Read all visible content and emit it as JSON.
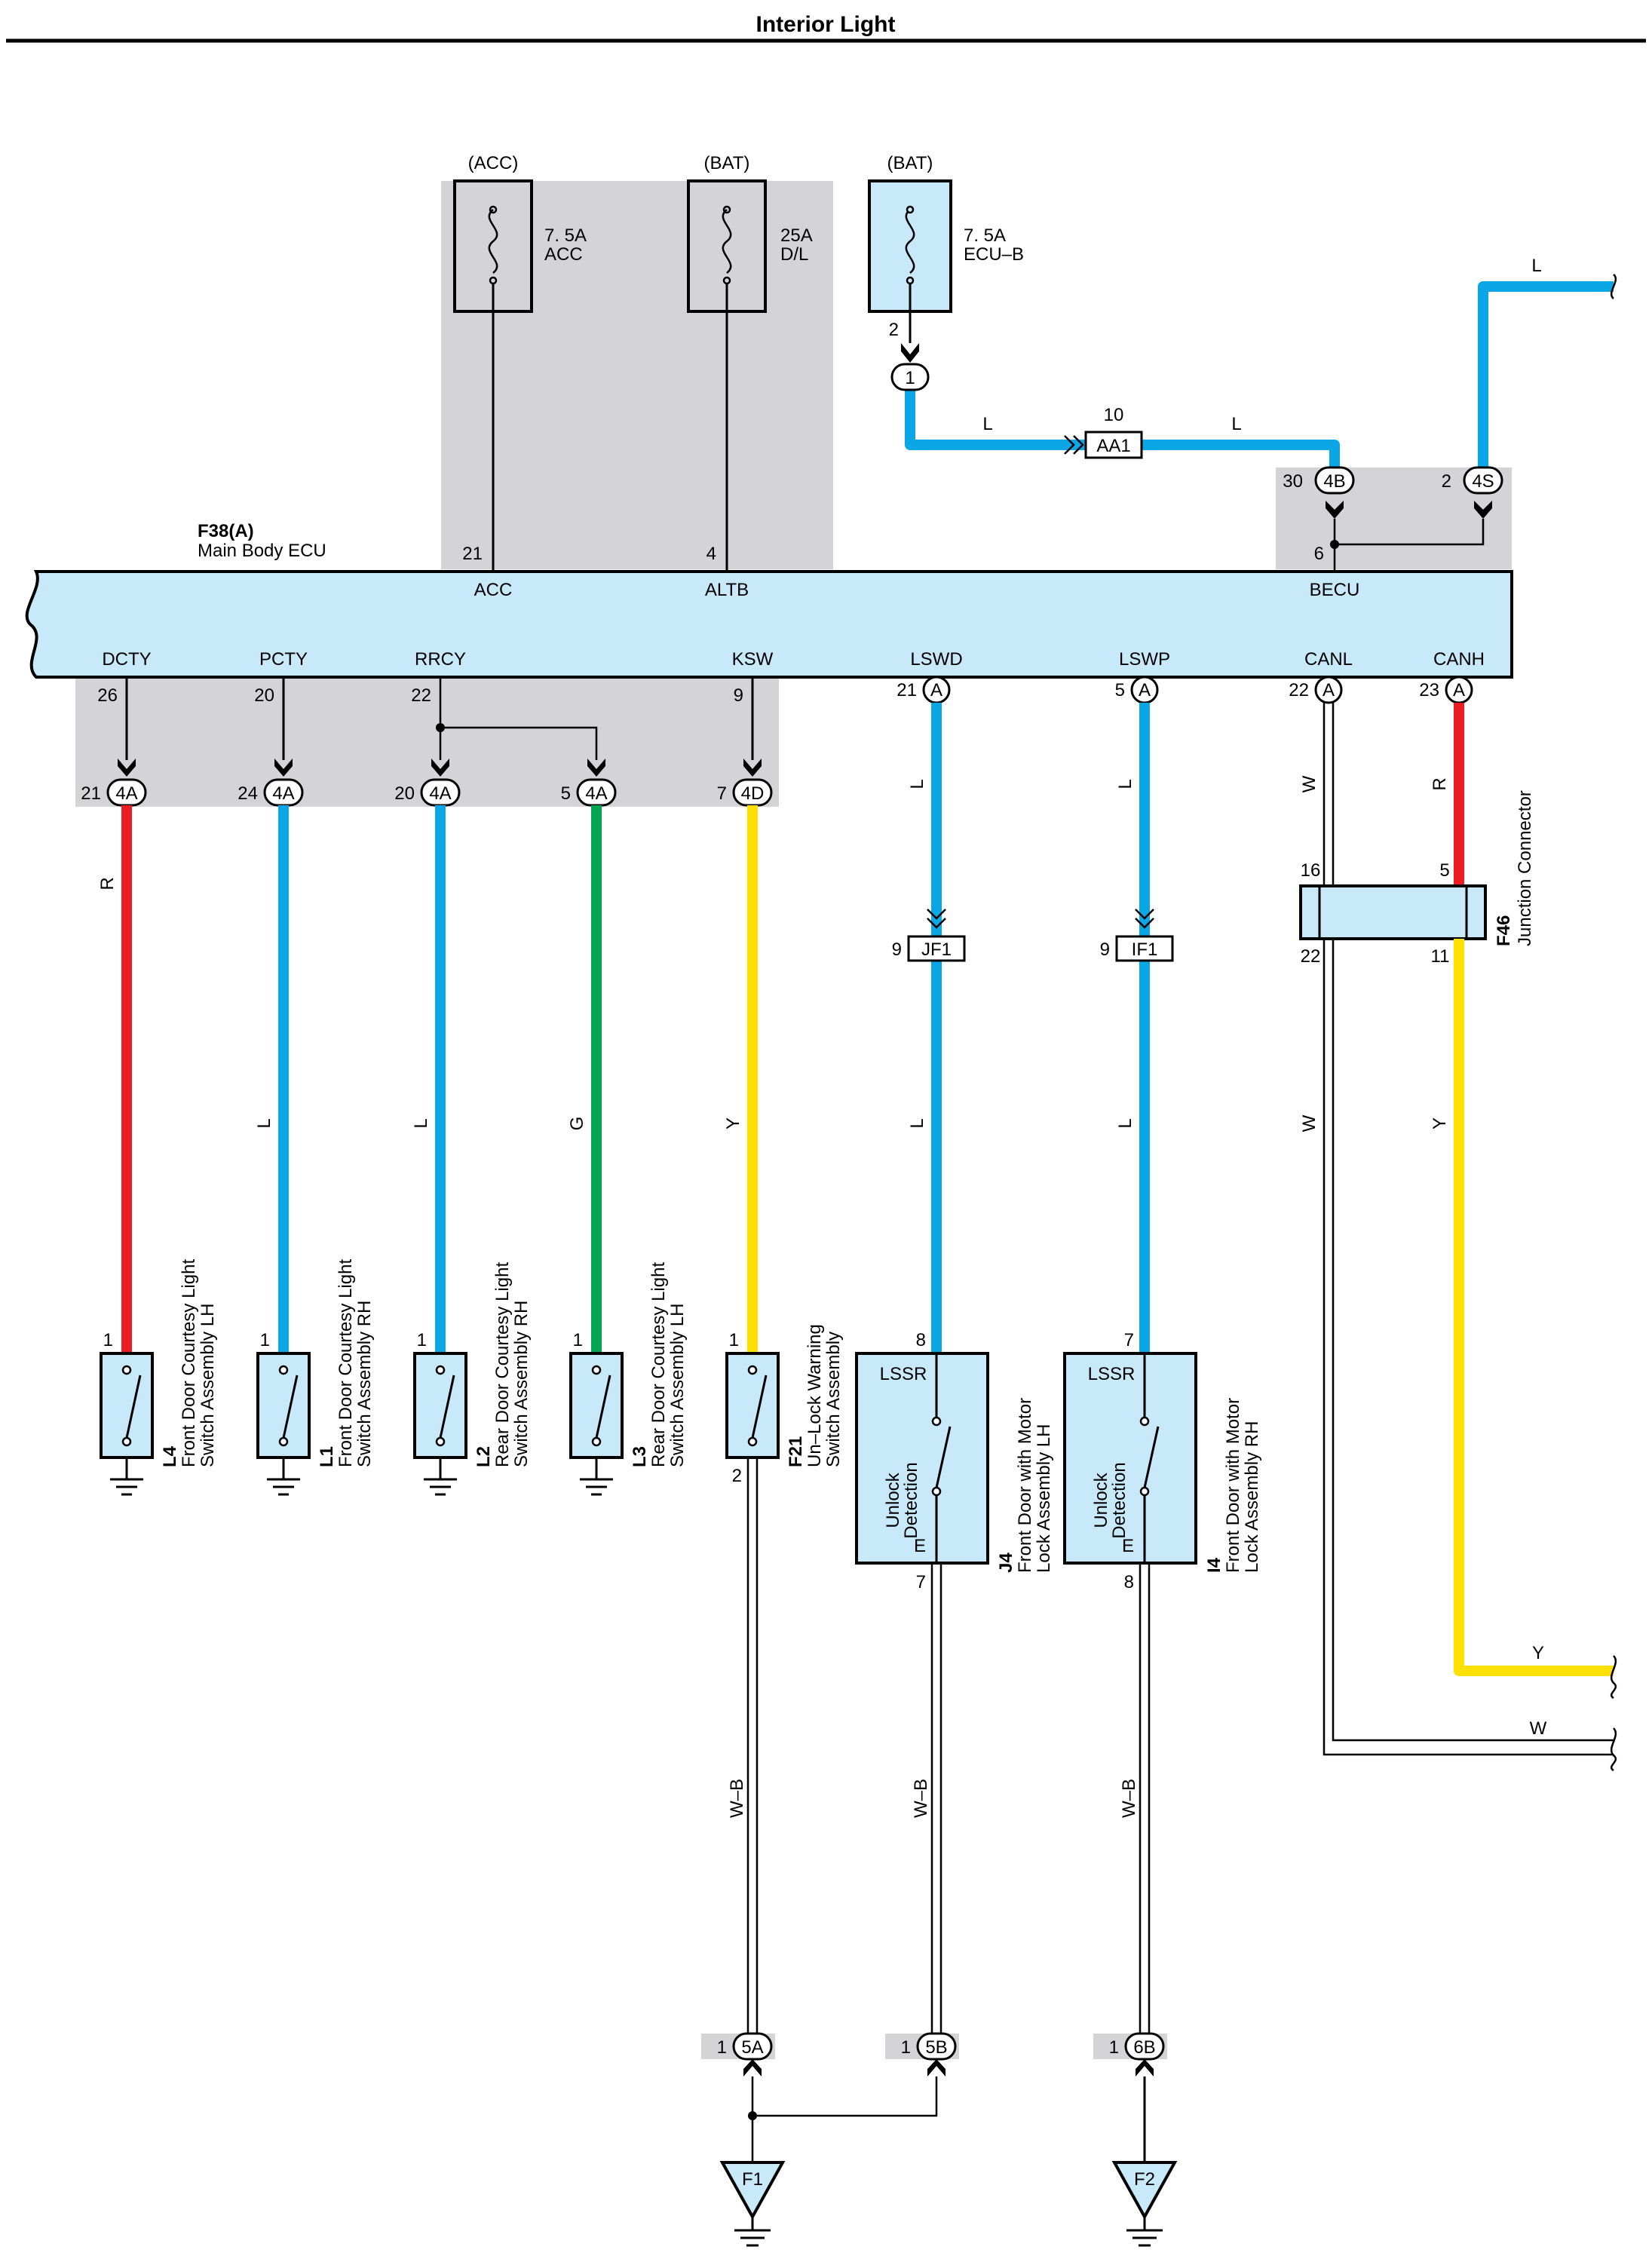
{
  "title": "Interior Light",
  "colors": {
    "L": "#0aa6e6",
    "R": "#ed1c24",
    "G": "#00a650",
    "Y": "#ffe000",
    "W": "#ffffff",
    "WB": "#ffffff",
    "ecu_fill": "#c8e9f9",
    "shade": "#d4d4d6"
  },
  "fuses": [
    {
      "source": "(ACC)",
      "rating": "7. 5A",
      "name": "ACC"
    },
    {
      "source": "(BAT)",
      "rating": "25A",
      "name": "D/L"
    },
    {
      "source": "(BAT)",
      "rating": "7. 5A",
      "name": "ECU–B"
    }
  ],
  "ecu": {
    "code": "F38(A)",
    "name": "Main Body ECU",
    "top_terminals": [
      {
        "label": "ACC",
        "pin": "21"
      },
      {
        "label": "ALTB",
        "pin": "4"
      },
      {
        "label": "BECU",
        "pin": "6"
      }
    ],
    "bottom_terminals": [
      {
        "label": "DCTY",
        "pin": "26"
      },
      {
        "label": "PCTY",
        "pin": "20"
      },
      {
        "label": "RRCY",
        "pin": "22"
      },
      {
        "label": "KSW",
        "pin": "9"
      },
      {
        "label": "LSWD",
        "pin": "21",
        "conn": "A"
      },
      {
        "label": "LSWP",
        "pin": "5",
        "conn": "A"
      },
      {
        "label": "CANL",
        "pin": "22",
        "conn": "A"
      },
      {
        "label": "CANH",
        "pin": "23",
        "conn": "A"
      }
    ]
  },
  "top_connectors": [
    {
      "pin": "2",
      "id": "1"
    },
    {
      "pin": "10",
      "id": "AA1"
    },
    {
      "pin": "30",
      "id": "4B"
    },
    {
      "pin": "2",
      "id": "4S"
    }
  ],
  "junctions_below": [
    {
      "pin": "21",
      "id": "4A"
    },
    {
      "pin": "24",
      "id": "4A"
    },
    {
      "pin": "20",
      "id": "4A"
    },
    {
      "pin": "5",
      "id": "4A"
    },
    {
      "pin": "7",
      "id": "4D"
    }
  ],
  "inline_connectors": [
    {
      "pin": "9",
      "id": "JF1"
    },
    {
      "pin": "9",
      "id": "IF1"
    }
  ],
  "wire_labels": {
    "top_L1": "L",
    "top_L2": "L",
    "top_L3": "L",
    "w1": "R",
    "w2": "L",
    "w3": "L",
    "w4": "G",
    "w5": "Y",
    "w6a": "L",
    "w6b": "L",
    "w7a": "L",
    "w7b": "L",
    "can_l1": "W",
    "can_l2": "W",
    "can_h1": "R",
    "can_h2": "Y",
    "out_Y": "Y",
    "out_W": "W",
    "wb1": "W–B",
    "wb2": "W–B",
    "wb3": "W–B"
  },
  "junction_connector": {
    "code": "F46",
    "name": "Junction Connector",
    "pins": {
      "tl": "16",
      "tr": "5",
      "bl": "22",
      "br": "11"
    }
  },
  "switches": [
    {
      "code": "L4",
      "line1": "Front Door Courtesy Light",
      "line2": "Switch Assembly LH",
      "pin": "1"
    },
    {
      "code": "L1",
      "line1": "Front Door Courtesy Light",
      "line2": "Switch Assembly RH",
      "pin": "1"
    },
    {
      "code": "L2",
      "line1": "Rear Door Courtesy Light",
      "line2": "Switch Assembly RH",
      "pin": "1"
    },
    {
      "code": "L3",
      "line1": "Rear Door Courtesy Light",
      "line2": "Switch Assembly LH",
      "pin": "1"
    },
    {
      "code": "F21",
      "line1": "Un–Lock Warning",
      "line2": "Switch Assembly",
      "pin": "1",
      "pin2": "2"
    }
  ],
  "door_motors": [
    {
      "code": "J4",
      "line1": "Front Door with Motor",
      "line2": "Lock Assembly LH",
      "top": "LSSR",
      "det1": "Unlock",
      "det2": "Detection",
      "e": "E",
      "pin_in": "8",
      "pin_out": "7"
    },
    {
      "code": "I4",
      "line1": "Front Door with Motor",
      "line2": "Lock Assembly RH",
      "top": "LSSR",
      "det1": "Unlock",
      "det2": "Detection",
      "e": "E",
      "pin_in": "7",
      "pin_out": "8"
    }
  ],
  "ground_connectors": [
    {
      "pin": "1",
      "id": "5A"
    },
    {
      "pin": "1",
      "id": "5B"
    },
    {
      "pin": "1",
      "id": "6B"
    }
  ],
  "grounds": [
    "F1",
    "F2"
  ]
}
